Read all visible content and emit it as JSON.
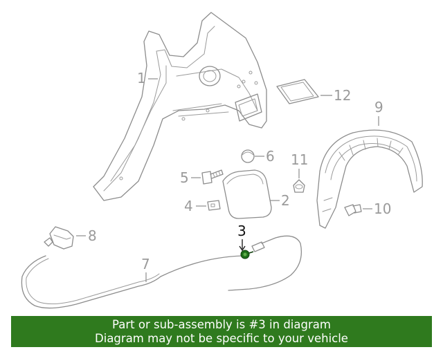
{
  "callouts": [
    {
      "id": "1",
      "text": "1"
    },
    {
      "id": "2",
      "text": "2"
    },
    {
      "id": "3",
      "text": "3"
    },
    {
      "id": "4",
      "text": "4"
    },
    {
      "id": "5",
      "text": "5"
    },
    {
      "id": "6",
      "text": "6"
    },
    {
      "id": "7",
      "text": "7"
    },
    {
      "id": "8",
      "text": "8"
    },
    {
      "id": "9",
      "text": "9"
    },
    {
      "id": "10",
      "text": "10"
    },
    {
      "id": "11",
      "text": "11"
    },
    {
      "id": "12",
      "text": "12"
    }
  ],
  "highlighted_part": "3",
  "colors": {
    "banner_bg": "#2f7a1e",
    "banner_text": "#ffffff",
    "line_art": "#8c8c8c",
    "highlight_part": "#1f6f1a"
  },
  "banner": {
    "line1": "Part or sub-assembly is #3 in diagram",
    "line2": "Diagram may not be specific to your vehicle"
  }
}
